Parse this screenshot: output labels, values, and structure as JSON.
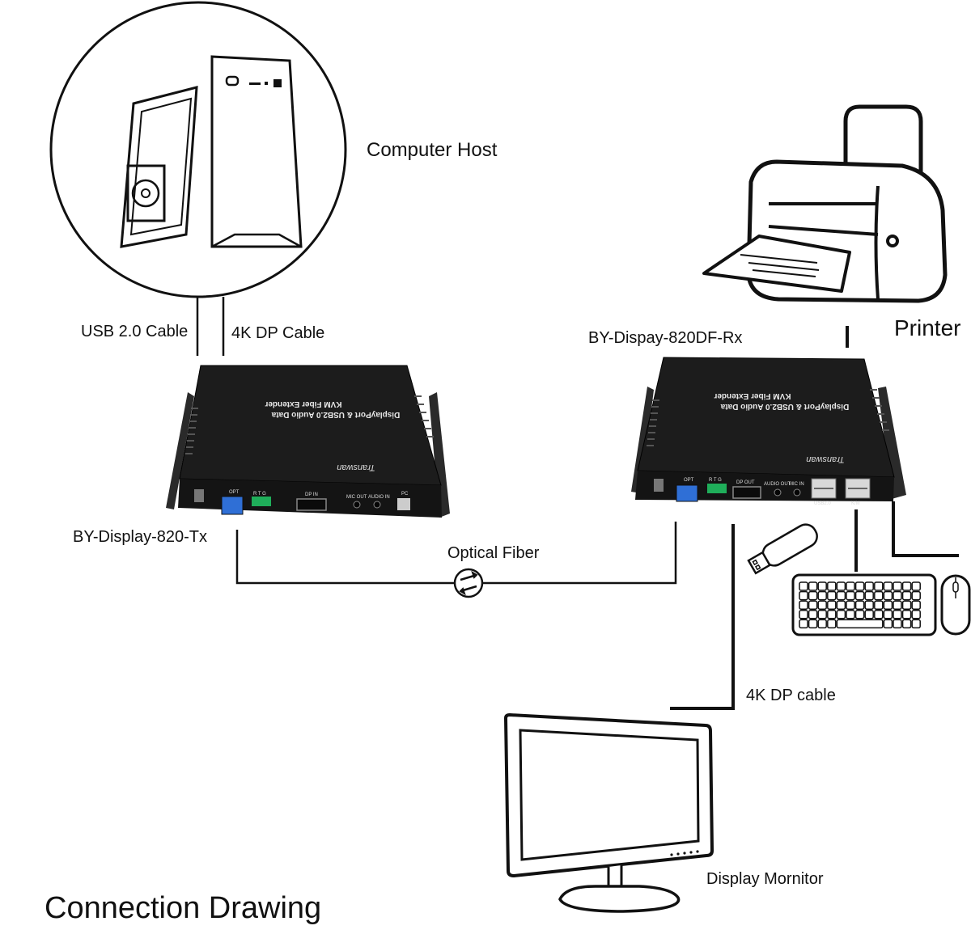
{
  "labels": {
    "computer_host": "Computer Host",
    "usb_cable": "USB 2.0 Cable",
    "dp_cable_tx": "4K DP Cable",
    "tx_name": "BY-Display-820-Tx",
    "rx_name": "BY-Dispay-820DF-Rx",
    "printer": "Printer",
    "optical_fiber": "Optical Fiber",
    "dp_cable_rx": "4K DP cable",
    "monitor": "Display Mornitor",
    "drawing_title": "Connection Drawing"
  },
  "device": {
    "brand": "Transwan",
    "line1": "DisplayPort & USB2.0 Audio Data",
    "line2": "KVM Fiber Extender",
    "tx_ports": [
      "OPT",
      "R T G",
      "DP IN",
      "MIC OUT",
      "AUDIO IN",
      "PC"
    ],
    "rx_ports": [
      "OPT",
      "R T G",
      "DP OUT",
      "AUDIO OUT",
      "MIC IN",
      "USB2.0",
      "K/M"
    ]
  },
  "colors": {
    "ink": "#111111",
    "device_body": "#1c1c1c",
    "sfp_blue": "#2f6fd6",
    "terminal_green": "#1fae5a"
  }
}
